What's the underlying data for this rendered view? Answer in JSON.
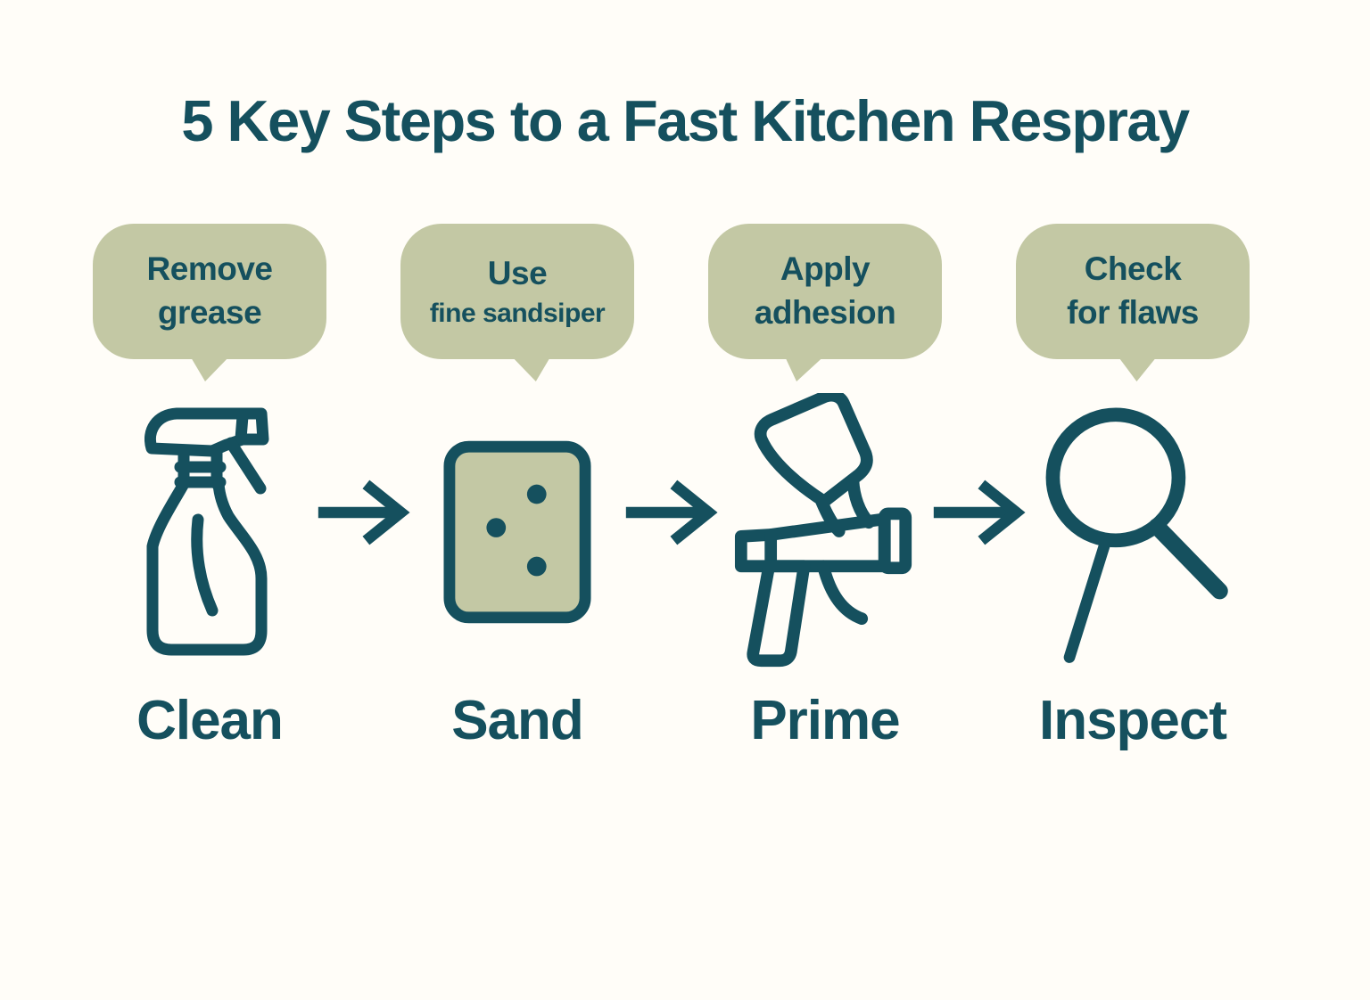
{
  "title": "5 Key Steps to a Fast Kitchen Respray",
  "colors": {
    "background": "#fffdf8",
    "ink": "#15505e",
    "bubble": "#c3c8a4"
  },
  "steps": [
    {
      "id": "clean",
      "bubble_line1": "Remove",
      "bubble_line2": "grease",
      "label": "Clean",
      "icon": "spray-bottle-icon"
    },
    {
      "id": "sand",
      "bubble_line1": "Use",
      "bubble_line2": "fine sandsiper",
      "label": "Sand",
      "icon": "sanding-block-icon"
    },
    {
      "id": "prime",
      "bubble_line1": "Apply",
      "bubble_line2": "adhesion",
      "label": "Prime",
      "icon": "spray-gun-icon"
    },
    {
      "id": "inspect",
      "bubble_line1": "Check",
      "bubble_line2": "for flaws",
      "label": "Inspect",
      "icon": "magnifier-icon"
    }
  ],
  "connector": "right-arrow"
}
